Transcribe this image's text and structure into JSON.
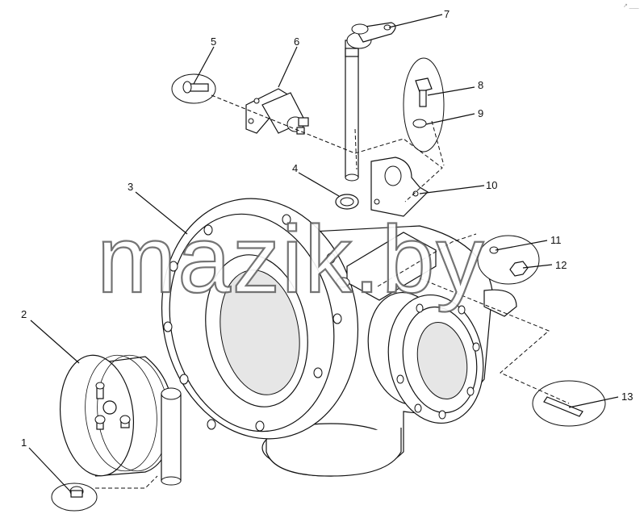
{
  "diagram": {
    "watermark": "mazik.by",
    "corner_mark": "↗ ___",
    "callouts": [
      {
        "id": "1",
        "label": "1"
      },
      {
        "id": "2",
        "label": "2"
      },
      {
        "id": "3",
        "label": "3"
      },
      {
        "id": "4",
        "label": "4"
      },
      {
        "id": "5",
        "label": "5"
      },
      {
        "id": "6",
        "label": "6"
      },
      {
        "id": "7",
        "label": "7"
      },
      {
        "id": "8",
        "label": "8"
      },
      {
        "id": "9",
        "label": "9"
      },
      {
        "id": "10",
        "label": "10"
      },
      {
        "id": "11",
        "label": "11"
      },
      {
        "id": "12",
        "label": "12"
      },
      {
        "id": "13",
        "label": "13"
      }
    ]
  }
}
